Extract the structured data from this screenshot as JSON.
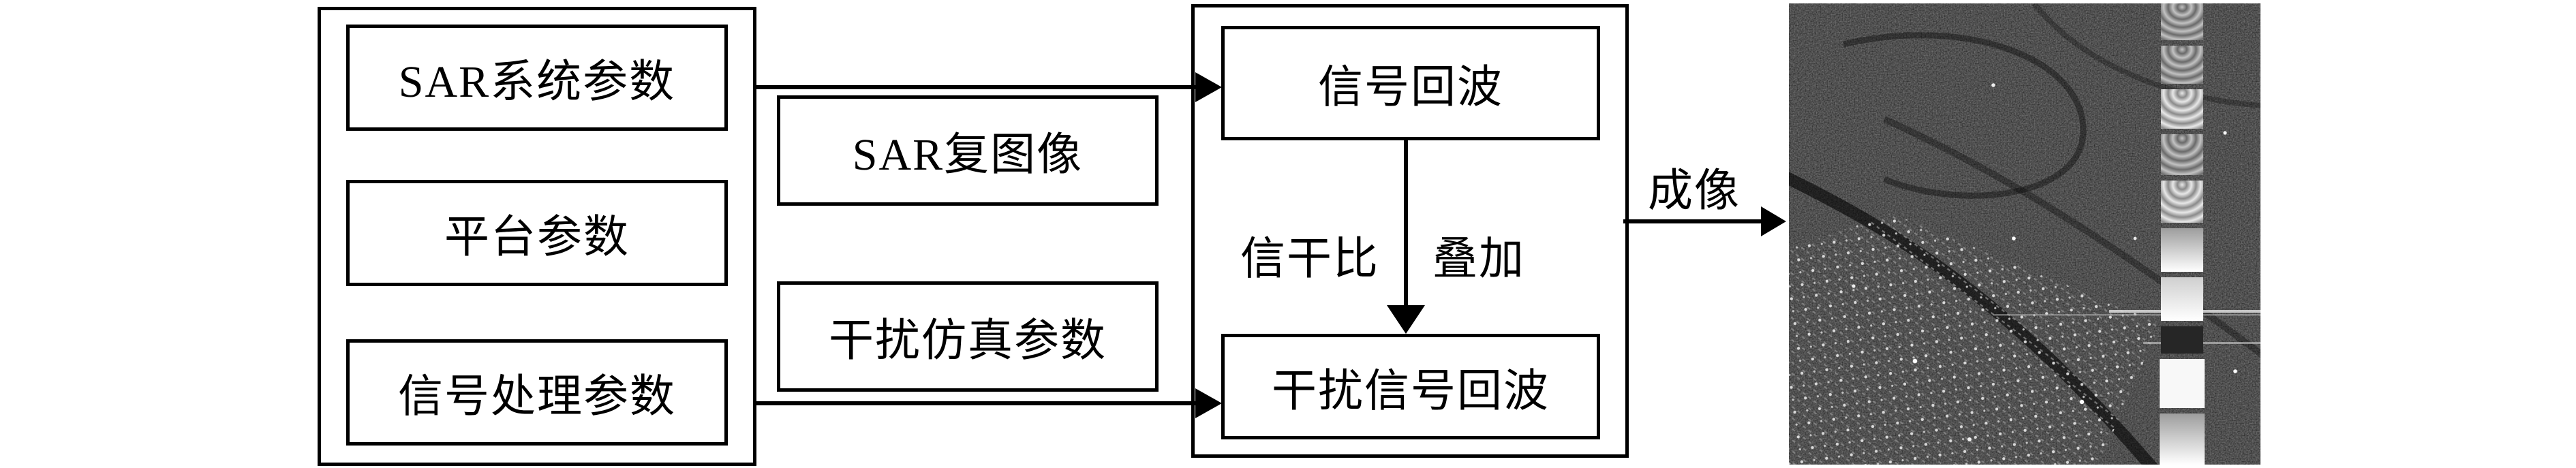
{
  "colors": {
    "stroke": "#000000",
    "background": "#ffffff"
  },
  "left_group": {
    "items": [
      {
        "label": "SAR系统参数"
      },
      {
        "label": "平台参数"
      },
      {
        "label": "信号处理参数"
      }
    ]
  },
  "middle_boxes": {
    "top": {
      "label": "SAR复图像"
    },
    "bottom": {
      "label": "干扰仿真参数"
    }
  },
  "right_group": {
    "top_box": {
      "label": "信号回波"
    },
    "bottom_box": {
      "label": "干扰信号回波"
    },
    "vertical_arrow_labels": {
      "left": "信干比",
      "right": "叠加"
    }
  },
  "output": {
    "arrow_label": "成像"
  }
}
